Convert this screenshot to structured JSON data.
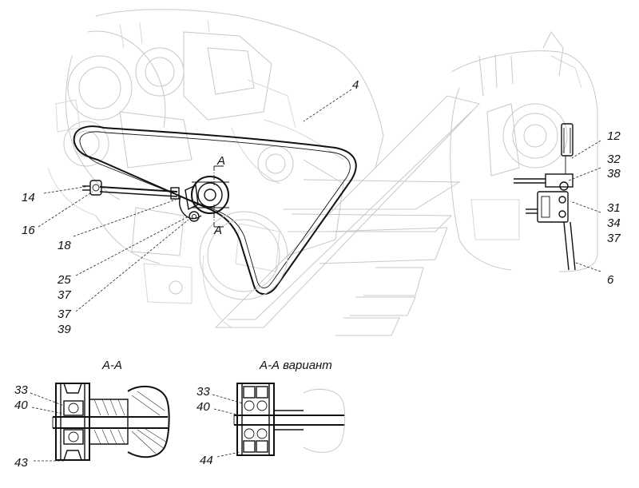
{
  "labels": {
    "l4": "4",
    "l12": "12",
    "l32": "32",
    "l38": "38",
    "l31": "31",
    "l34": "34",
    "l37a": "37",
    "l6": "6",
    "l14": "14",
    "l16": "16",
    "l18": "18",
    "l25": "25",
    "l37b": "37",
    "l37c": "37",
    "l39": "39",
    "secA_top": "A",
    "secA_bottom": "A"
  },
  "sections": {
    "left_title": "А-А",
    "left_33": "33",
    "left_40": "40",
    "left_43": "43",
    "right_title": "А-А вариант",
    "right_33": "33",
    "right_40": "40",
    "right_44": "44"
  }
}
